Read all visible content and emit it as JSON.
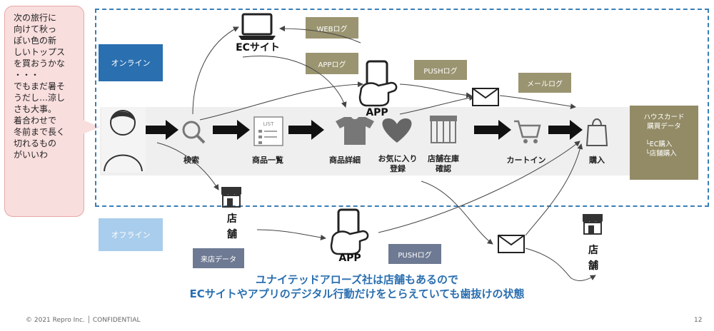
{
  "bubble": {
    "text": "次の旅行に\n向けて秋っ\nぽい色の新\nしいトップス\nを買おうかな\n・・・\nでもまだ暑そ\nうだし…涼し\nさも大事。\n着合わせで\n冬前まで長く\n切れるもの\nがいいわ"
  },
  "labels": {
    "online": "オンライン",
    "offline": "オフライン",
    "ec_site": "ECサイト",
    "app_top": "APP",
    "app_bottom": "APP",
    "store_left": "店舗",
    "store_right": "店舗"
  },
  "tags": {
    "web_log": "WEBログ",
    "app_log": "APPログ",
    "push_log_top": "PUSHログ",
    "mail_log": "メールログ",
    "store_visit": "来店データ",
    "push_log_bottom": "PUSHログ"
  },
  "steps": {
    "search": "検索",
    "product_list": "商品一覧",
    "product_detail": "商品詳細",
    "favorite": "お気に入り\n登録",
    "stock_check": "店舗在庫\n確認",
    "cart_in": "カートイン",
    "purchase": "購入"
  },
  "house_card": {
    "title": "ハウスカード\n購買データ",
    "sub": "└EC購入\n└店舗購入"
  },
  "list_icon_text": "LIST",
  "conclusion": {
    "line1": "ユナイテッドアローズ社は店舗もあるので",
    "line2": "ECサイトやアプリのデジタル行動だけをとらえていても歯抜けの状態"
  },
  "footer": {
    "copyright": "© 2021 Repro Inc. │ CONFIDENTIAL",
    "page": "12"
  },
  "colors": {
    "accent": "#2a6fb0",
    "olive": "#9a9470",
    "slate": "#6e7a93",
    "bubble": "#f9dede"
  }
}
